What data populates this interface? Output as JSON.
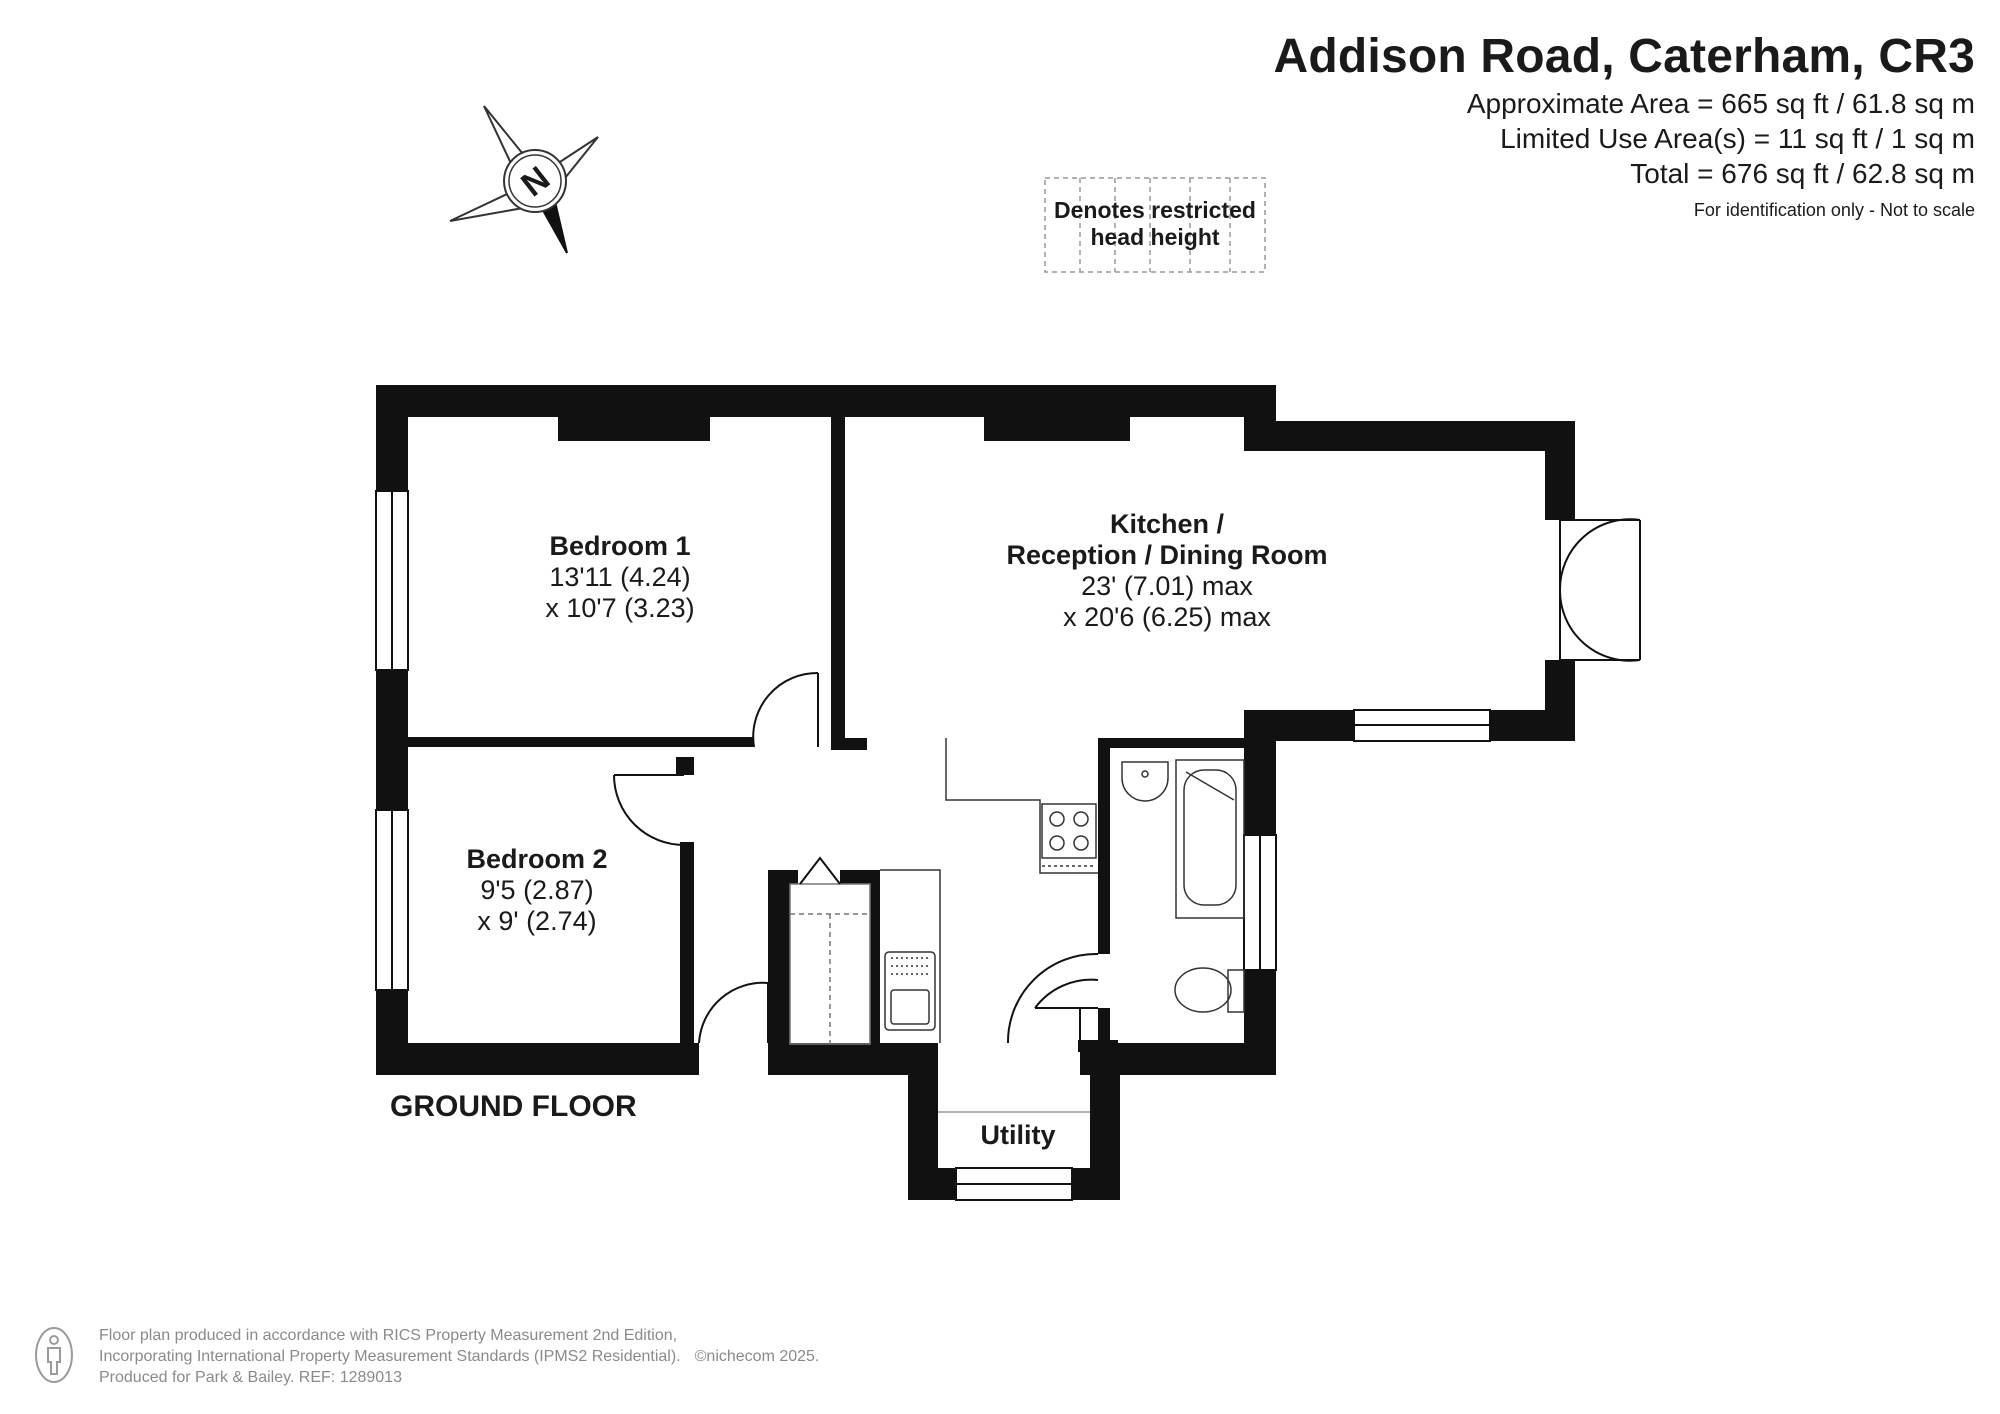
{
  "header": {
    "title": "Addison Road, Caterham, CR3",
    "approx_area": "Approximate Area = 665 sq ft / 61.8 sq m",
    "limited_area": "Limited Use Area(s) = 11 sq ft / 1 sq m",
    "total_area": "Total = 676 sq ft / 62.8 sq m",
    "identification_note": "For identification only - Not to scale"
  },
  "compass": {
    "letter": "N",
    "icon": "compass-icon"
  },
  "legend": {
    "line1": "Denotes restricted",
    "line2": "head height"
  },
  "rooms": {
    "bedroom1": {
      "name": "Bedroom 1",
      "dim1": "13'11 (4.24)",
      "dim2": "x 10'7 (3.23)"
    },
    "bedroom2": {
      "name": "Bedroom 2",
      "dim1": "9'5 (2.87)",
      "dim2": "x 9' (2.74)"
    },
    "kitchen": {
      "name1": "Kitchen /",
      "name2": "Reception / Dining Room",
      "dim1": "23' (7.01) max",
      "dim2": "x 20'6 (6.25) max"
    },
    "utility": {
      "name": "Utility"
    }
  },
  "floor_label": "GROUND FLOOR",
  "footer": {
    "line1": "Floor plan produced in accordance with RICS Property Measurement 2nd Edition,",
    "line2": "Incorporating International Property Measurement Standards (IPMS2 Residential).",
    "copyright": "©nichecom 2025.",
    "line3": "Produced for Park & Bailey.   REF:  1289013"
  },
  "colors": {
    "wall": "#111111",
    "text": "#1a1a1a",
    "footer_text": "#8a8a8a"
  }
}
